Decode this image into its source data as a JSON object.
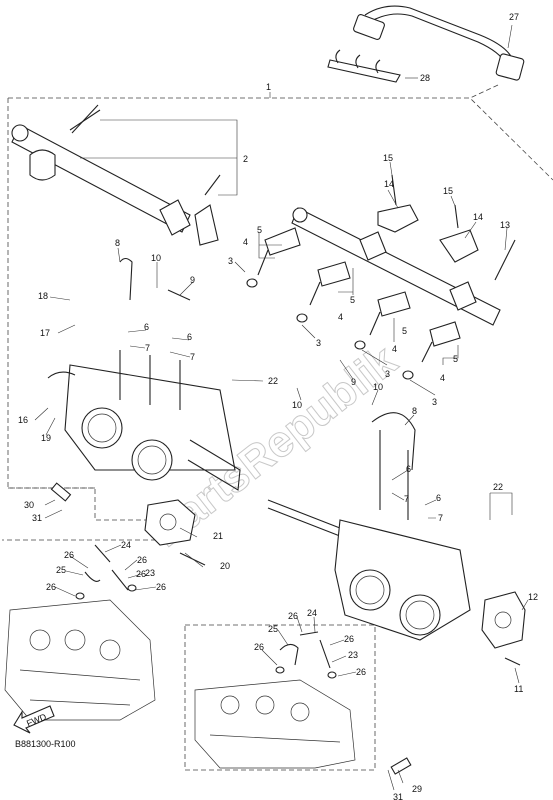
{
  "diagram": {
    "ref_code": "B881300-R100",
    "fwd_label": "FWD",
    "watermark": "PartsRepublik",
    "callouts": {
      "c1": "1",
      "c2": "2",
      "c3a": "3",
      "c3b": "3",
      "c3c": "3",
      "c3d": "3",
      "c4a": "4",
      "c4b": "4",
      "c4c": "4",
      "c4d": "4",
      "c5a": "5",
      "c5b": "5",
      "c5c": "5",
      "c5d": "5",
      "c6a": "6",
      "c6b": "6",
      "c6c": "6",
      "c6d": "6",
      "c7a": "7",
      "c7b": "7",
      "c7c": "7",
      "c7d": "7",
      "c8a": "8",
      "c8b": "8",
      "c9a": "9",
      "c9b": "9",
      "c10a": "10",
      "c10b": "10",
      "c11": "11",
      "c12": "12",
      "c13": "13",
      "c14a": "14",
      "c14b": "14",
      "c15a": "15",
      "c15b": "15",
      "c16": "16",
      "c17": "17",
      "c18": "18",
      "c19": "19",
      "c20": "20",
      "c21": "21",
      "c22a": "22",
      "c22b": "22",
      "c23a": "23",
      "c23b": "23",
      "c24a": "24",
      "c24b": "24",
      "c25a": "25",
      "c25b": "25",
      "c26a": "26",
      "c26b": "26",
      "c26c": "26",
      "c26d": "26",
      "c26e": "26",
      "c26f": "26",
      "c27": "27",
      "c28": "28",
      "c29": "29",
      "c30": "30",
      "c31a": "31",
      "c31b": "31"
    }
  }
}
